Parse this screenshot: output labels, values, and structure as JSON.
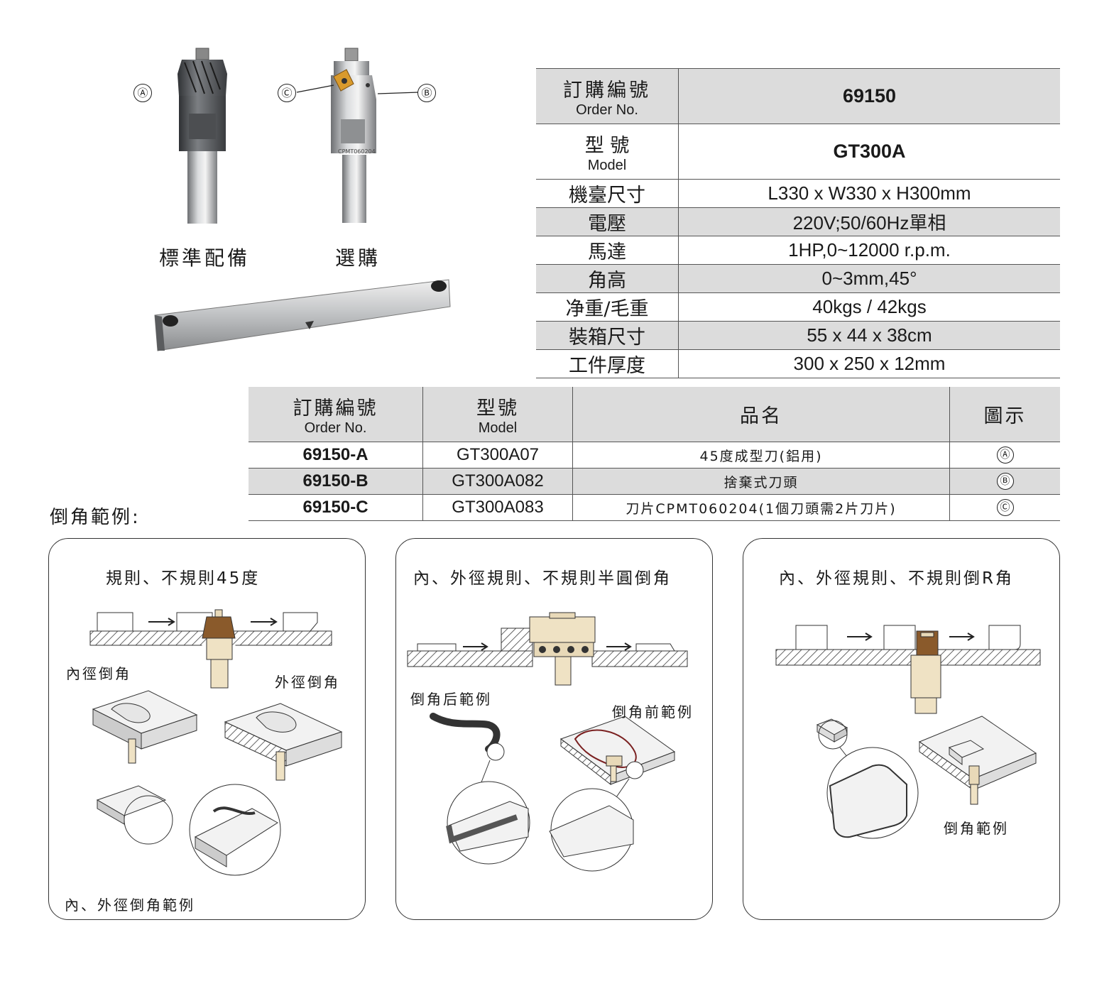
{
  "photos": {
    "label_standard": "標準配備",
    "label_optional": "選購",
    "markers": {
      "a": "Ⓐ",
      "b": "Ⓑ",
      "c": "Ⓒ"
    },
    "insert_text": "CPMT060204"
  },
  "spec_table": {
    "order_no_label": "訂購編號",
    "order_no_label_en": "Order No.",
    "order_no_value": "69150",
    "model_label": "型 號",
    "model_label_en": "Model",
    "model_value": "GT300A",
    "rows": [
      {
        "key": "機臺尺寸",
        "value": "L330 x W330 x H300mm"
      },
      {
        "key": "電壓",
        "value": "220V;50/60Hz單相"
      },
      {
        "key": "馬達",
        "value": "1HP,0~12000 r.p.m."
      },
      {
        "key": "角高",
        "value": "0~3mm,45°"
      },
      {
        "key": "净重/毛重",
        "value": "40kgs / 42kgs"
      },
      {
        "key": "裝箱尺寸",
        "value": "55 x 44 x 38cm"
      },
      {
        "key": "工件厚度",
        "value": "300 x 250 x 12mm"
      }
    ]
  },
  "parts_table": {
    "headers": {
      "order_no": "訂購編號",
      "order_no_en": "Order No.",
      "model": "型號",
      "model_en": "Model",
      "name": "品名",
      "figure": "圖示"
    },
    "rows": [
      {
        "order_no": "69150-A",
        "model": "GT300A07",
        "name": "45度成型刀(鋁用)",
        "figure": "Ⓐ"
      },
      {
        "order_no": "69150-B",
        "model": "GT300A082",
        "name": "捨棄式刀頭",
        "figure": "Ⓑ"
      },
      {
        "order_no": "69150-C",
        "model": "GT300A083",
        "name": "刀片CPMT060204(1個刀頭需2片刀片)",
        "figure": "Ⓒ"
      }
    ]
  },
  "examples": {
    "section_title": "倒角範例:",
    "panels": [
      {
        "title": "規則、不規則45度",
        "captions": [
          "內徑倒角",
          "外徑倒角",
          "內、外徑倒角範例"
        ]
      },
      {
        "title": "內、外徑規則、不規則半圓倒角",
        "captions": [
          "倒角后範例",
          "倒角前範例"
        ]
      },
      {
        "title": "內、外徑規則、不規則倒R角",
        "captions": [
          "倒角範例"
        ]
      }
    ]
  }
}
